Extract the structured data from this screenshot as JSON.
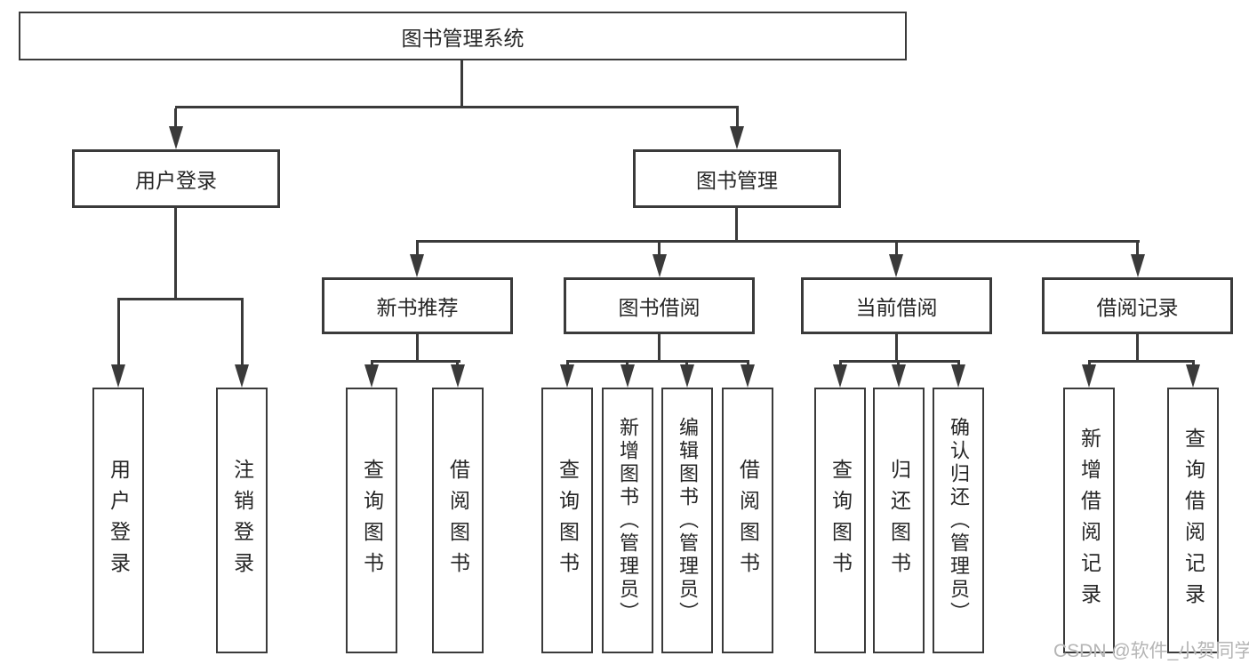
{
  "diagram": {
    "title": "图书管理系统",
    "watermark": "CSDN @软件_小贺同学",
    "colors": {
      "line": "#3a3a3a",
      "text": "#262626",
      "background": "#ffffff",
      "watermark": "#b5b5b5"
    },
    "nodes": {
      "root": "图书管理系统",
      "level2": {
        "user_login": "用户登录",
        "book_mgmt": "图书管理"
      },
      "level3": {
        "new_books": "新书推荐",
        "book_borrow": "图书借阅",
        "current_borrow": "当前借阅",
        "borrow_records": "借阅记录"
      },
      "leaves": {
        "user_login_leaf": "用户登录",
        "logout": "注销登录",
        "nb_query": "查询图书",
        "nb_borrow": "借阅图书",
        "bb_query": "查询图书",
        "bb_add": "新增图书（管理员）",
        "bb_edit": "编辑图书（管理员）",
        "bb_borrow": "借阅图书",
        "cb_query": "查询图书",
        "cb_return": "归还图书",
        "cb_confirm": "确认归还（管理员）",
        "br_add": "新增借阅记录",
        "br_query": "查询借阅记录"
      }
    }
  }
}
